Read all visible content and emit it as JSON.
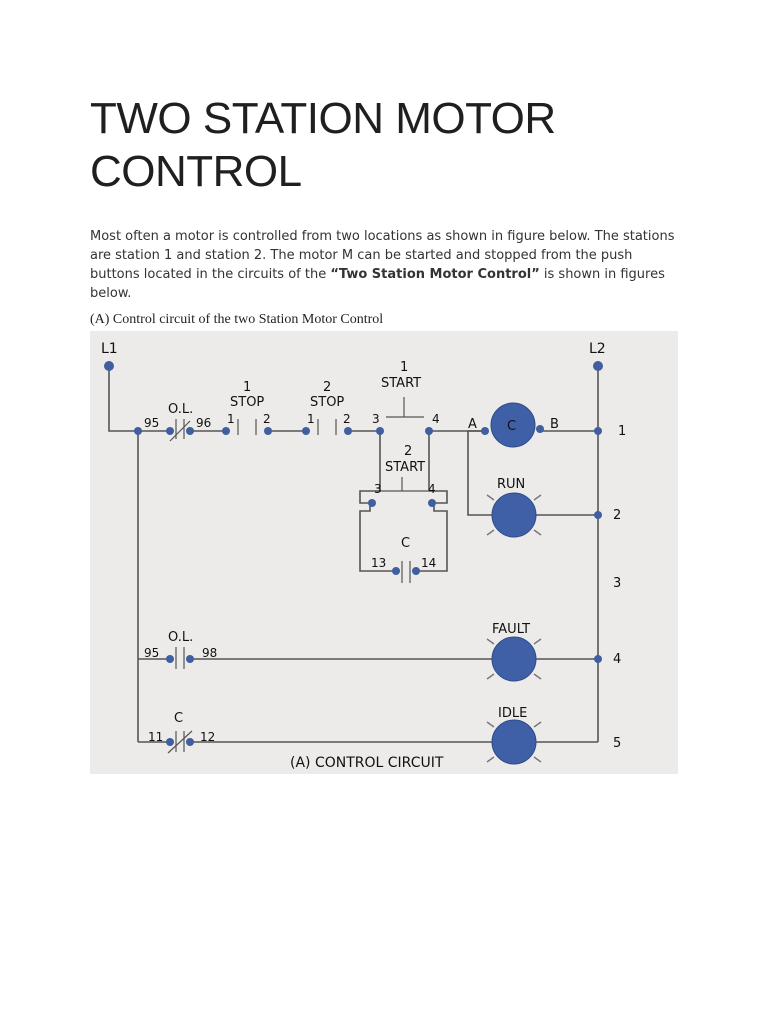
{
  "article": {
    "title": "TWO STATION MOTOR CONTROL",
    "intro_before": "Most often a motor is controlled from two locations as shown in figure below. The stations are station 1 and station 2. The motor M can be started and stopped from the push buttons located in the circuits of the ",
    "intro_bold": "“Two Station Motor Control”",
    "intro_after": " is shown in figures below.",
    "figure_caption": "(A) Control circuit of the two Station Motor Control"
  },
  "diagram": {
    "line_left": "L1",
    "line_right": "L2",
    "ol_label": "O.L.",
    "ol_nc_left": "95",
    "ol_nc_right": "96",
    "stop1_num": "1",
    "stop1_label": "STOP",
    "stop1_t1": "1",
    "stop1_t2": "2",
    "stop2_num": "2",
    "stop2_label": "STOP",
    "stop2_t1": "1",
    "stop2_t2": "2",
    "start1_num": "1",
    "start1_label": "START",
    "start1_t1": "3",
    "start1_t2": "4",
    "start2_num": "2",
    "start2_label": "START",
    "start2_t1": "3",
    "start2_t2": "4",
    "aux_label": "C",
    "aux_t1": "13",
    "aux_t2": "14",
    "coil_label": "C",
    "coil_left": "A",
    "coil_right": "B",
    "run_label": "RUN",
    "fault_label": "FAULT",
    "idle_label": "IDLE",
    "ol_no_label": "O.L.",
    "ol_no_left": "95",
    "ol_no_right": "98",
    "c_nc_label": "C",
    "c_nc_left": "11",
    "c_nc_right": "12",
    "rungs": [
      "1",
      "2",
      "3",
      "4",
      "5"
    ],
    "caption": "(A) CONTROL CIRCUIT",
    "colors": {
      "lamp": "#3f5fa6",
      "terminal": "#3f5f9e",
      "background": "#ecebea"
    }
  }
}
